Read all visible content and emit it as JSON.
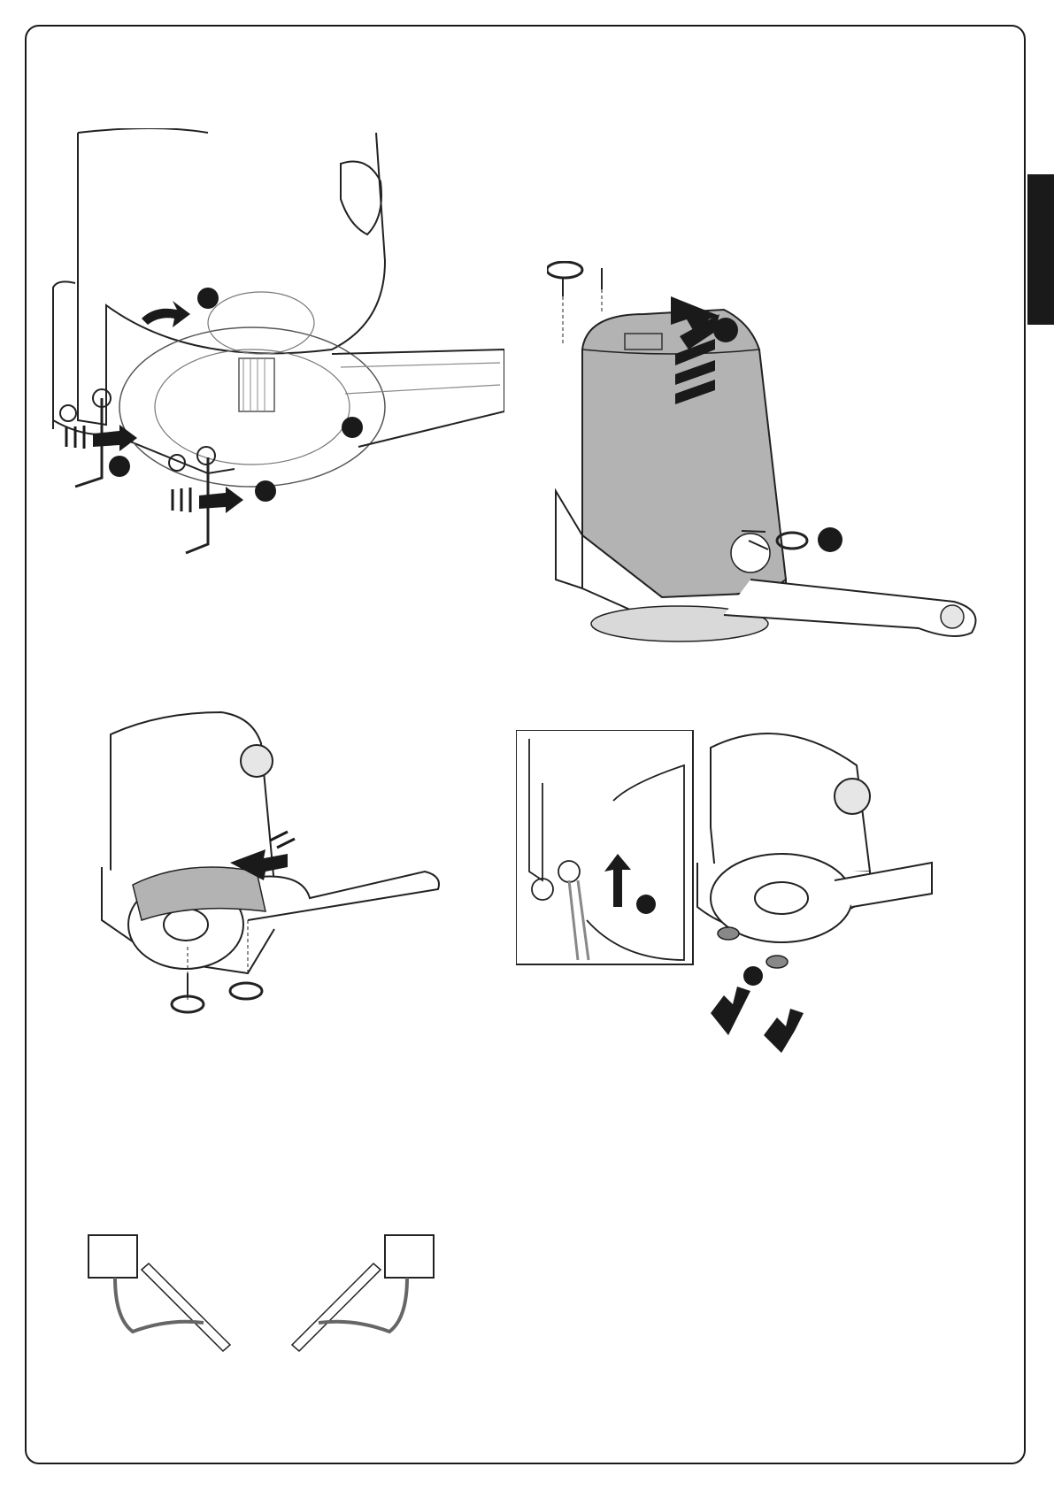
{
  "page": {
    "accent_color": "#1a1a1a",
    "cover_gray": "#b3b3b3",
    "line_color": "#222222"
  },
  "figures": [
    {
      "id": "manual-release-with-allen-keys",
      "icons": [
        "allen-key-icon",
        "rotate-arrow-icon",
        "step-marker-icon"
      ]
    },
    {
      "id": "cover-removal",
      "icons": [
        "screw-icon",
        "rotate-arrow-icon",
        "lift-arrow-icon",
        "step-marker-icon"
      ]
    },
    {
      "id": "arm-cover-sliding",
      "icons": [
        "slide-arrow-icon",
        "screw-icon",
        "rotate-arrow-icon"
      ]
    },
    {
      "id": "cable-gland-detail",
      "icons": [
        "cable-gland-icon",
        "push-arrow-icon",
        "step-marker-icon"
      ]
    },
    {
      "id": "installation-left-right",
      "icons": [
        "gate-operator-icon",
        "gate-leaf-icon"
      ]
    }
  ]
}
